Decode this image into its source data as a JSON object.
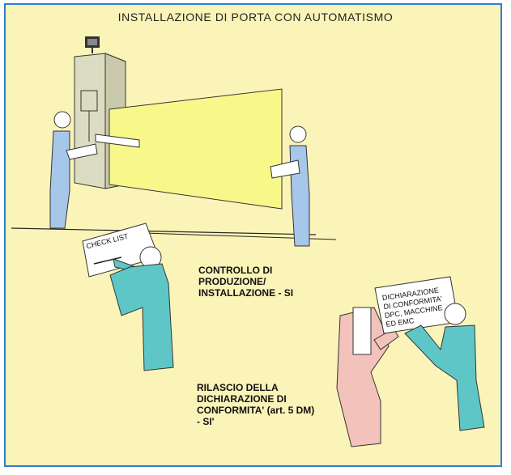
{
  "title": "INSTALLAZIONE DI PORTA CON AUTOMATISMO",
  "checklist_sheet": {
    "label": "CHECK LIST"
  },
  "declaration_sheet": {
    "lines": [
      "DICHIARAZIONE",
      "DI CONFORMITA'",
      "DPC, MACCHINE",
      "ED EMC"
    ]
  },
  "caption_production": {
    "lines": [
      "CONTROLLO DI",
      "PRODUZIONE/",
      "INSTALLAZIONE - SI"
    ]
  },
  "caption_declaration": {
    "lines": [
      "RILASCIO DELLA",
      "DICHIARAZIONE DI",
      "CONFORMITA' (art. 5 DM)",
      "- SI'"
    ]
  },
  "colors": {
    "border": "#2f7fd0",
    "background": "#fbf4b8",
    "door": "#f8f88a",
    "person_blue": "#a6c6ea",
    "person_teal": "#5fc6c8",
    "person_pink": "#f2c2bb",
    "cabinet": "#dcdcc2"
  }
}
